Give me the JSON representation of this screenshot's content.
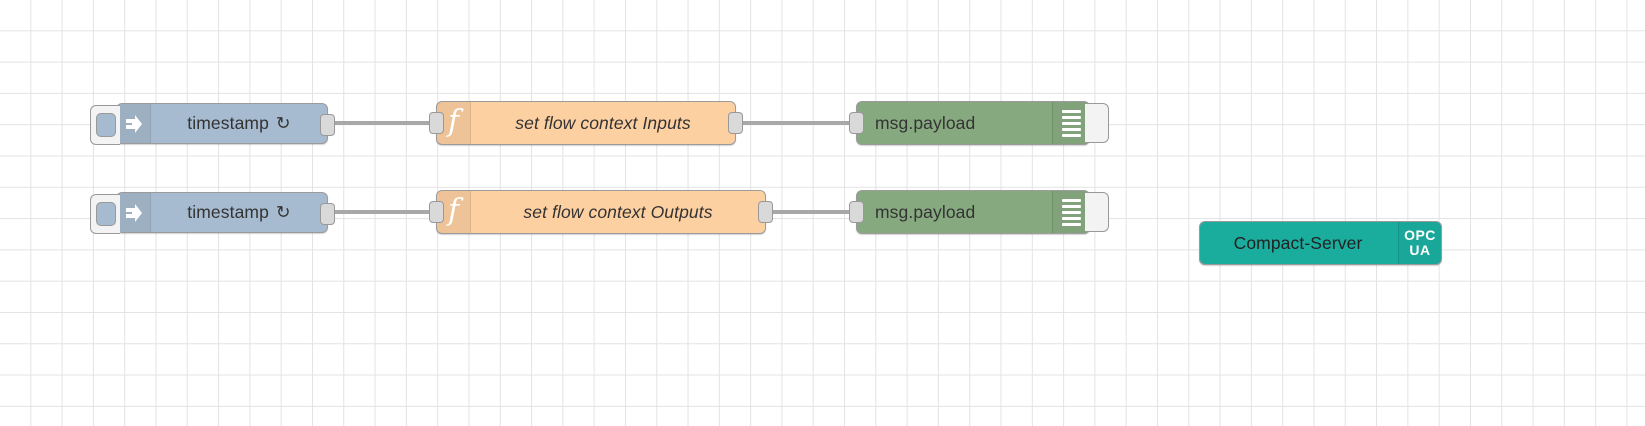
{
  "app": {
    "name": "Node-RED flow editor canvas",
    "background_color": "#ffffff",
    "grid_color": "#e3e3e3"
  },
  "palette": {
    "inject_color": "#a6bbcf",
    "function_color": "#fdd0a2",
    "debug_color": "#87a980",
    "opcua_color": "#1aad9e",
    "wire_color": "#a8a8a8",
    "port_color": "#d9d9d9"
  },
  "flows": [
    {
      "row": 1,
      "inject": {
        "label": "timestamp",
        "repeat_glyph": "↻",
        "icon_name": "inject-arrow-icon",
        "button_name": "inject-trigger-button"
      },
      "function": {
        "label": "set flow context Inputs",
        "icon_glyph": "f",
        "icon_name": "function-f-icon"
      },
      "debug": {
        "label": "msg.payload",
        "icon_name": "debug-lines-icon",
        "toggle_name": "debug-enable-toggle"
      }
    },
    {
      "row": 2,
      "inject": {
        "label": "timestamp",
        "repeat_glyph": "↻",
        "icon_name": "inject-arrow-icon",
        "button_name": "inject-trigger-button"
      },
      "function": {
        "label": "set flow context Outputs",
        "icon_glyph": "f",
        "icon_name": "function-f-icon"
      },
      "debug": {
        "label": "msg.payload",
        "icon_name": "debug-lines-icon",
        "toggle_name": "debug-enable-toggle"
      }
    }
  ],
  "opcua": {
    "label": "Compact-Server",
    "icon_line1": "OPC",
    "icon_line2": "UA",
    "icon_name": "opc-ua-icon"
  }
}
